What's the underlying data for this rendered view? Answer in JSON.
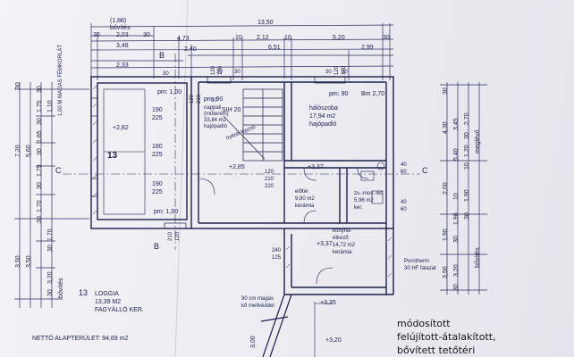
{
  "top_dims": {
    "row0": "(1,88)",
    "bovites": "bővítés",
    "r1": [
      "30",
      "2,03",
      "30",
      "13,50"
    ],
    "r2": [
      "3,48",
      "4,73",
      "10",
      "2,12",
      "10",
      "5,20",
      "30"
    ],
    "r3": [
      "2,40",
      "6,51",
      "2,99"
    ],
    "r4": [
      "2,33"
    ],
    "r5": [
      "30",
      "30",
      "30",
      "30",
      "30"
    ]
  },
  "left_dims": {
    "outer": [
      "30",
      "7,20",
      "3,50"
    ],
    "mid": [
      "5,60",
      "3,50"
    ],
    "inner": [
      "30",
      "1,75",
      "30",
      "1,85",
      "30",
      "1,75",
      "30",
      "1,70",
      "30"
    ],
    "small": [
      "1,10",
      "1,70",
      "30",
      "3,20",
      "30"
    ],
    "rail_label": "1,00 M MAGAS FÉMKORLÁT",
    "bovites": "bővítés"
  },
  "right_dims": {
    "a": [
      "30",
      "4,30",
      "2,00",
      "1,90",
      "3,50"
    ],
    "b": [
      "3,45",
      "5,40",
      "10",
      "1,96",
      "30",
      "3,20",
      "30"
    ],
    "c": [
      "2,70",
      "30",
      "1,20",
      "10",
      "1,90",
      "30"
    ],
    "meglevo": "meglévő",
    "bovites": "bővítés"
  },
  "rooms": {
    "loggia_num": "13",
    "pm100": "pm: 1,00",
    "pm100b": "pm: 1,00",
    "w1": [
      "190",
      "225"
    ],
    "w2": [
      "180",
      "225"
    ],
    "w3": [
      "190",
      "225"
    ],
    "lvl_loggia": "+2,82",
    "napp": [
      "nappali",
      "(műterem)",
      "33,84 m2",
      "hajópadló"
    ],
    "sih": "SIH 20",
    "pm90a": "pm: 90",
    "pm90b": "pm: 90",
    "bm": "Bm 2,70",
    "halo": [
      "hálószoba",
      "17,94 m2",
      "hajópadló"
    ],
    "nyitott": "nyitott lépcső",
    "lvl_285": "+2,85",
    "lvl_337a": "+3,37",
    "lvl_337b": "+3,37",
    "lvl_335": "+3,35",
    "lvl_320": "+3,20",
    "eloter": [
      "előtér",
      "9,80 m2",
      "kerámia"
    ],
    "zu": [
      "zu.-mos.-wc",
      "5,96 m2",
      "ker."
    ],
    "konyha": [
      "konyha-",
      "étkező",
      "14,72 m2",
      "kerámia"
    ],
    "d120": [
      "120",
      "210"
    ],
    "d220": "220",
    "d90": "90",
    "d240": [
      "240",
      "125"
    ],
    "d40": [
      "40",
      "60"
    ],
    "d40b": [
      "40",
      "60"
    ],
    "w_left": [
      "210",
      "120"
    ],
    "w_bottom": [
      "120",
      "210"
    ],
    "w_top": [
      "120",
      "100"
    ],
    "w_top2": [
      "120",
      "100"
    ],
    "sec_c1": "C",
    "sec_c2": "C",
    "sec_b1": "B",
    "sec_b2": "B",
    "poro": [
      "Porotherm",
      "30 HF falazat"
    ],
    "railnote": [
      "90 cm magas",
      "kő mellvéddel"
    ],
    "d300": "3,00"
  },
  "legend": {
    "num": "13",
    "name": "LOGGIA",
    "area": "13,39 M2",
    "floor": "FAGYÁLLÓ KER."
  },
  "net_area": "NETTÓ ALAPTERÜLET: 94,69 m2",
  "title_lines": [
    "módosított",
    "felújított-átalakított,",
    "bővített tetőtéri"
  ]
}
